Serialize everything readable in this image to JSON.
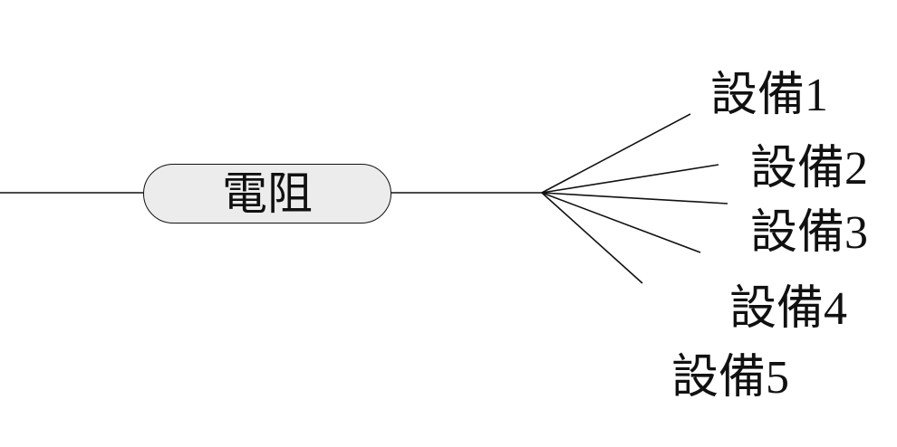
{
  "central_node": {
    "label": "電阻"
  },
  "branches": [
    {
      "label": "設備1"
    },
    {
      "label": "設備2"
    },
    {
      "label": "設備3"
    },
    {
      "label": "設備4"
    },
    {
      "label": "設備5"
    }
  ],
  "colors": {
    "line": "#111111",
    "node_fill": "#ececec",
    "background": "#ffffff"
  }
}
